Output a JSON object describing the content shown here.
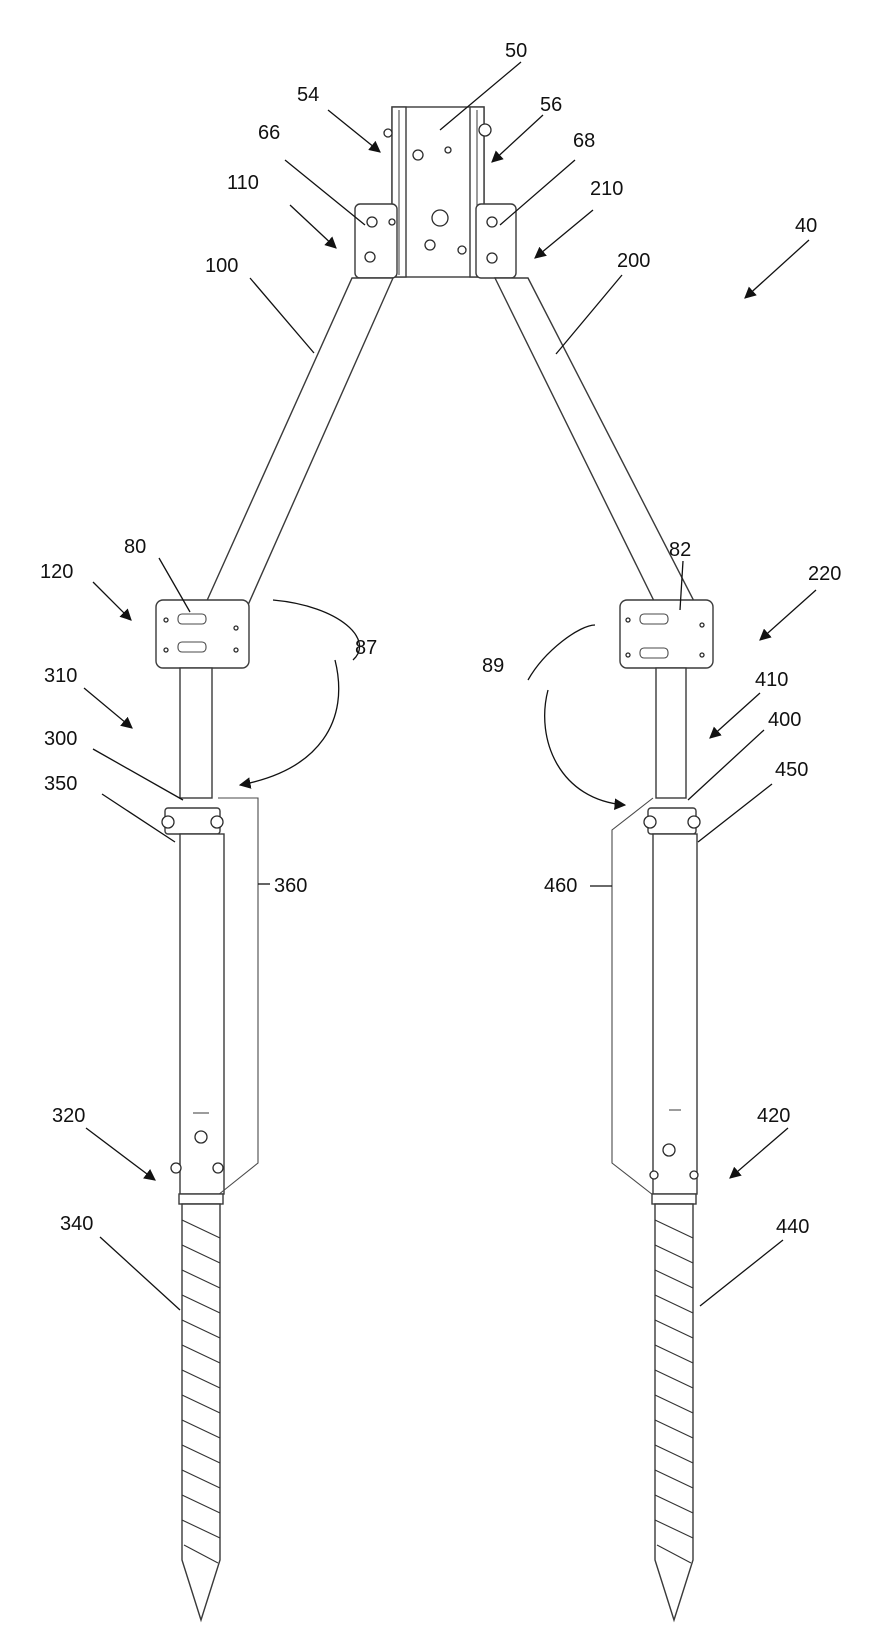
{
  "figure": {
    "labels": {
      "l50": "50",
      "l54": "54",
      "l56": "56",
      "l66": "66",
      "l68": "68",
      "l110": "110",
      "l210": "210",
      "l40": "40",
      "l100": "100",
      "l200": "200",
      "l120": "120",
      "l80": "80",
      "l82": "82",
      "l220": "220",
      "l87": "87",
      "l89": "89",
      "l310": "310",
      "l410": "410",
      "l300": "300",
      "l400": "400",
      "l350": "350",
      "l450": "450",
      "l360": "360",
      "l460": "460",
      "l320": "320",
      "l420": "420",
      "l340": "340",
      "l440": "440"
    }
  }
}
